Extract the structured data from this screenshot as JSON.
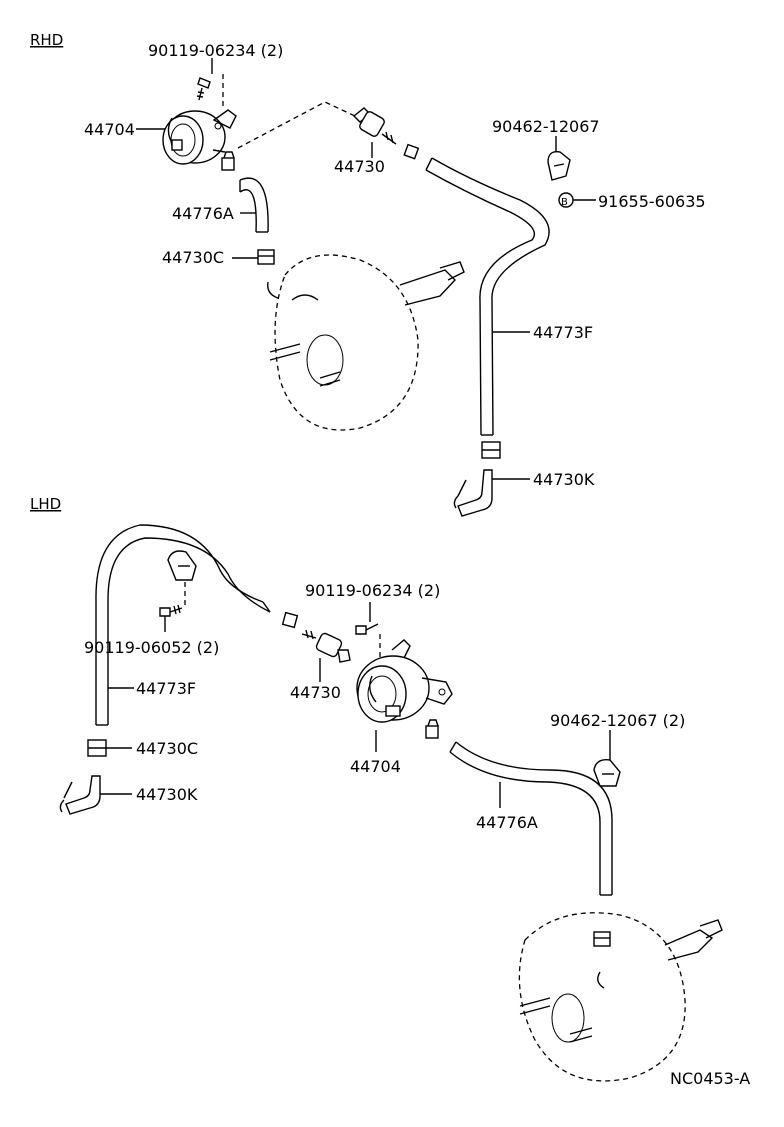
{
  "sections": {
    "rhd": "RHD",
    "lhd": "LHD"
  },
  "rhd_labels": {
    "bolt": "90119-06234 (2)",
    "pump": "44704",
    "check_valve": "44730",
    "clamp": "90462-12067",
    "bolt_b": "91655-60635",
    "badge": "B",
    "short_hose": "44776A",
    "hose_clip_c": "44730C",
    "long_hose": "44773F",
    "union_k": "44730K"
  },
  "lhd_labels": {
    "long_hose": "44773F",
    "bolt_a": "90119-06052 (2)",
    "bolt_b": "90119-06234 (2)",
    "check_valve": "44730",
    "hose_clip_c": "44730C",
    "union_k": "44730K",
    "pump": "44704",
    "clamp": "90462-12067 (2)",
    "short_hose": "44776A"
  },
  "figure_code": "NC0453-A"
}
